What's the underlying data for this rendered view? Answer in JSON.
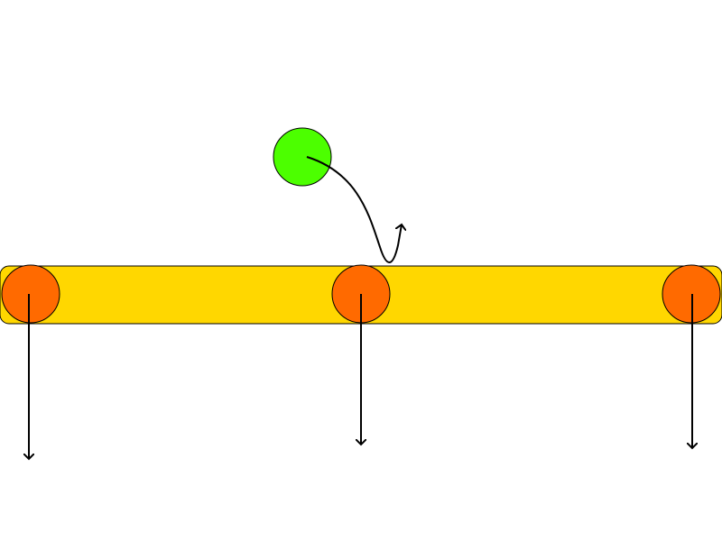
{
  "colors": {
    "background": "#ffffff",
    "bar_fill": "#ffd700",
    "bar_stroke": "#000000",
    "node_fill": "#ff6a00",
    "ball_fill": "#4cff00",
    "stroke": "#000000"
  },
  "objects": {
    "bar": {
      "label": ""
    },
    "nodes": [
      {
        "id": "left"
      },
      {
        "id": "middle"
      },
      {
        "id": "right"
      }
    ],
    "ball": {
      "id": "ball"
    }
  },
  "icons": {
    "arrow_down": "arrow-down-icon",
    "curved_arrow": "curved-arrow-icon"
  }
}
